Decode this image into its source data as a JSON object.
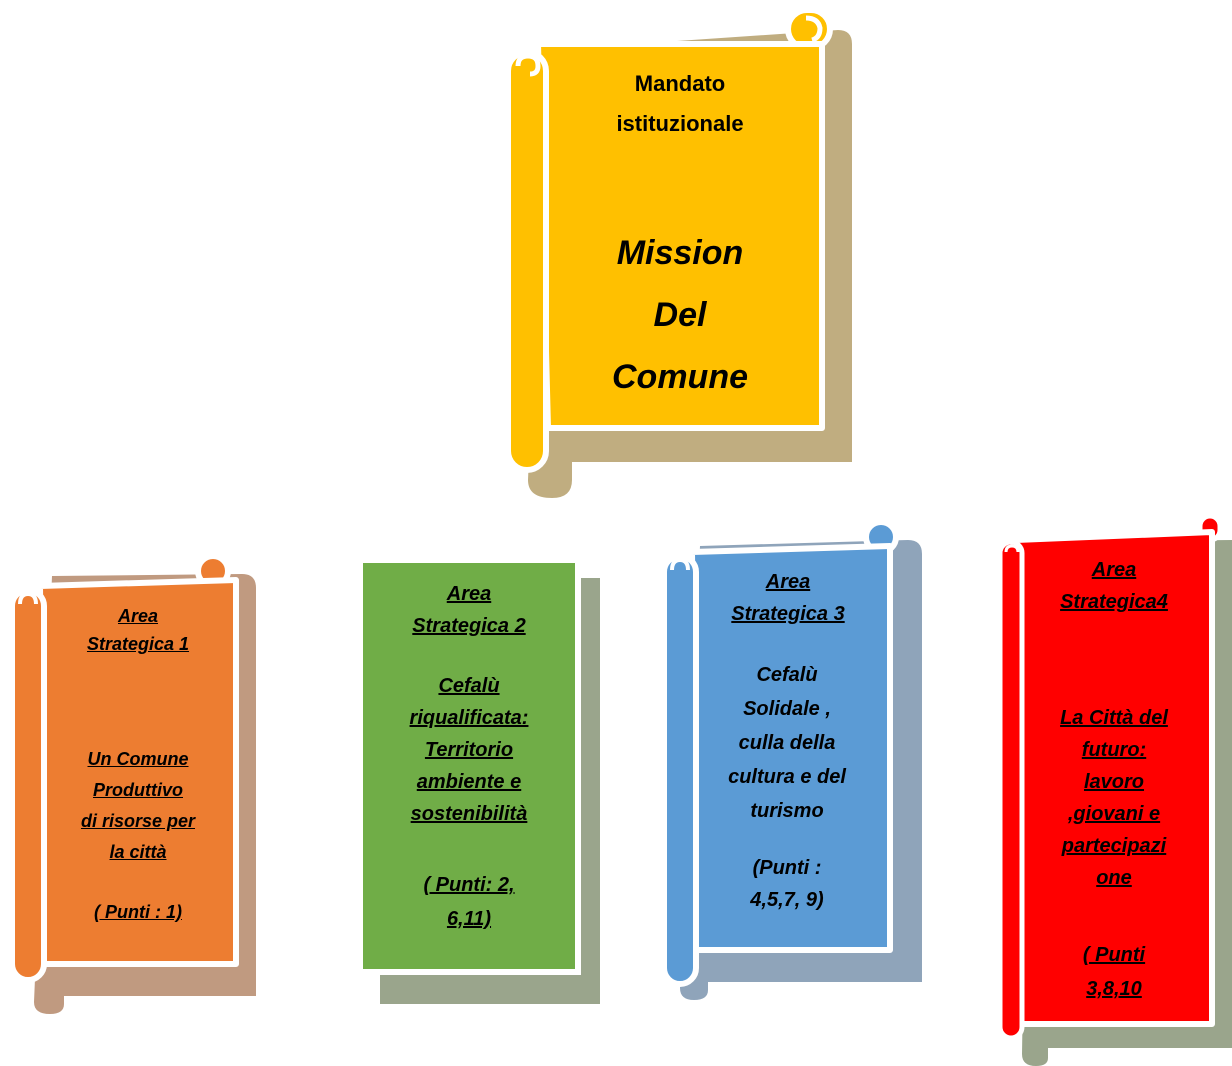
{
  "mission": {
    "heading_line1": "Mandato",
    "heading_line2": "istituzionale",
    "title_line1": "Mission",
    "title_line2": "Del",
    "title_line3": "Comune",
    "color": "#FFC000"
  },
  "areas": [
    {
      "title_line1": "Area",
      "title_line2": "Strategica 1",
      "body": [
        "Un Comune",
        "Produttivo",
        "di risorse per",
        "la città"
      ],
      "points": "( Punti : 1)",
      "color": "#ED7D31"
    },
    {
      "title_line1": "Area",
      "title_line2": "Strategica 2",
      "body": [
        "Cefalù",
        "riqualificata:",
        "Territorio",
        "ambiente e",
        "sostenibilità"
      ],
      "points_line1": "( Punti: 2,",
      "points_line2": "6,11)",
      "color": "#70AD47"
    },
    {
      "title_line1": "Area",
      "title_line2": "Strategica 3",
      "body": [
        "Cefalù",
        "Solidale ,",
        "culla della",
        "cultura e del",
        "turismo"
      ],
      "points_line1": "(Punti :",
      "points_line2": "4,5,7, 9)",
      "color": "#5B9BD5"
    },
    {
      "title_line1": "Area",
      "title_line2": "Strategica4",
      "body": [
        "La Città del",
        "futuro:",
        "lavoro",
        ",giovani e",
        "partecipazi",
        "one"
      ],
      "points_line1": "( Punti",
      "points_line2": "3,8,10",
      "color": "#FF0000"
    }
  ]
}
